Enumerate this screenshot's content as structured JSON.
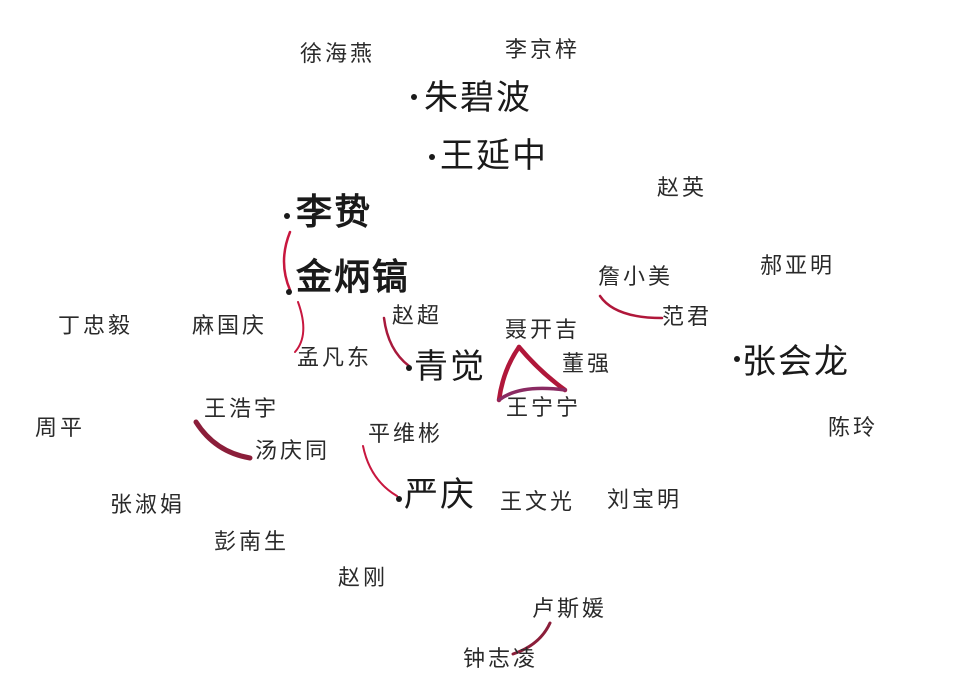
{
  "nodes": {
    "xu_haiyan": "徐海燕",
    "li_jingzi": "李京梓",
    "zhu_bibo": "朱碧波",
    "wang_yanzhong": "王延中",
    "zhao_ying": "赵英",
    "li_zhi": "李贽",
    "jin_binggao": "金炳镐",
    "hao_yaming": "郝亚明",
    "zhan_xiaomei": "詹小美",
    "fan_jun": "范君",
    "ding_zhongyi": "丁忠毅",
    "ma_guoqing": "麻国庆",
    "zhao_chao": "赵超",
    "nie_kaiji": "聂开吉",
    "meng_fandong": "孟凡东",
    "qing_jue": "青觉",
    "dong_qiang": "董强",
    "zhang_huilong": "张会龙",
    "wang_ningning": "王宁宁",
    "wang_haoyu": "王浩宇",
    "zhou_ping": "周平",
    "chen_ling": "陈玲",
    "ping_weibin": "平维彬",
    "tang_qingtong": "汤庆同",
    "yan_qing": "严庆",
    "wang_wenguang": "王文光",
    "liu_baoming": "刘宝明",
    "zhang_shujuan": "张淑娟",
    "peng_nansheng": "彭南生",
    "zhao_gang": "赵刚",
    "lu_siyuan": "卢斯媛",
    "zhong_zhiling": "钟志凌"
  },
  "edges": [
    {
      "source": "李贽",
      "target": "金炳镐"
    },
    {
      "source": "金炳镐",
      "target": "孟凡东"
    },
    {
      "source": "赵超",
      "target": "青觉"
    },
    {
      "source": "聂开吉",
      "target": "王宁宁"
    },
    {
      "source": "聂开吉",
      "target": "董强"
    },
    {
      "source": "王宁宁",
      "target": "董强"
    },
    {
      "source": "詹小美",
      "target": "范君"
    },
    {
      "source": "王浩宇",
      "target": "汤庆同"
    },
    {
      "source": "平维彬",
      "target": "严庆"
    },
    {
      "source": "卢斯媛",
      "target": "钟志凌"
    }
  ],
  "colors": {
    "edge": "#b0173a",
    "edge_dark": "#8b1e3a",
    "edge_purple": "#8a2a62"
  }
}
